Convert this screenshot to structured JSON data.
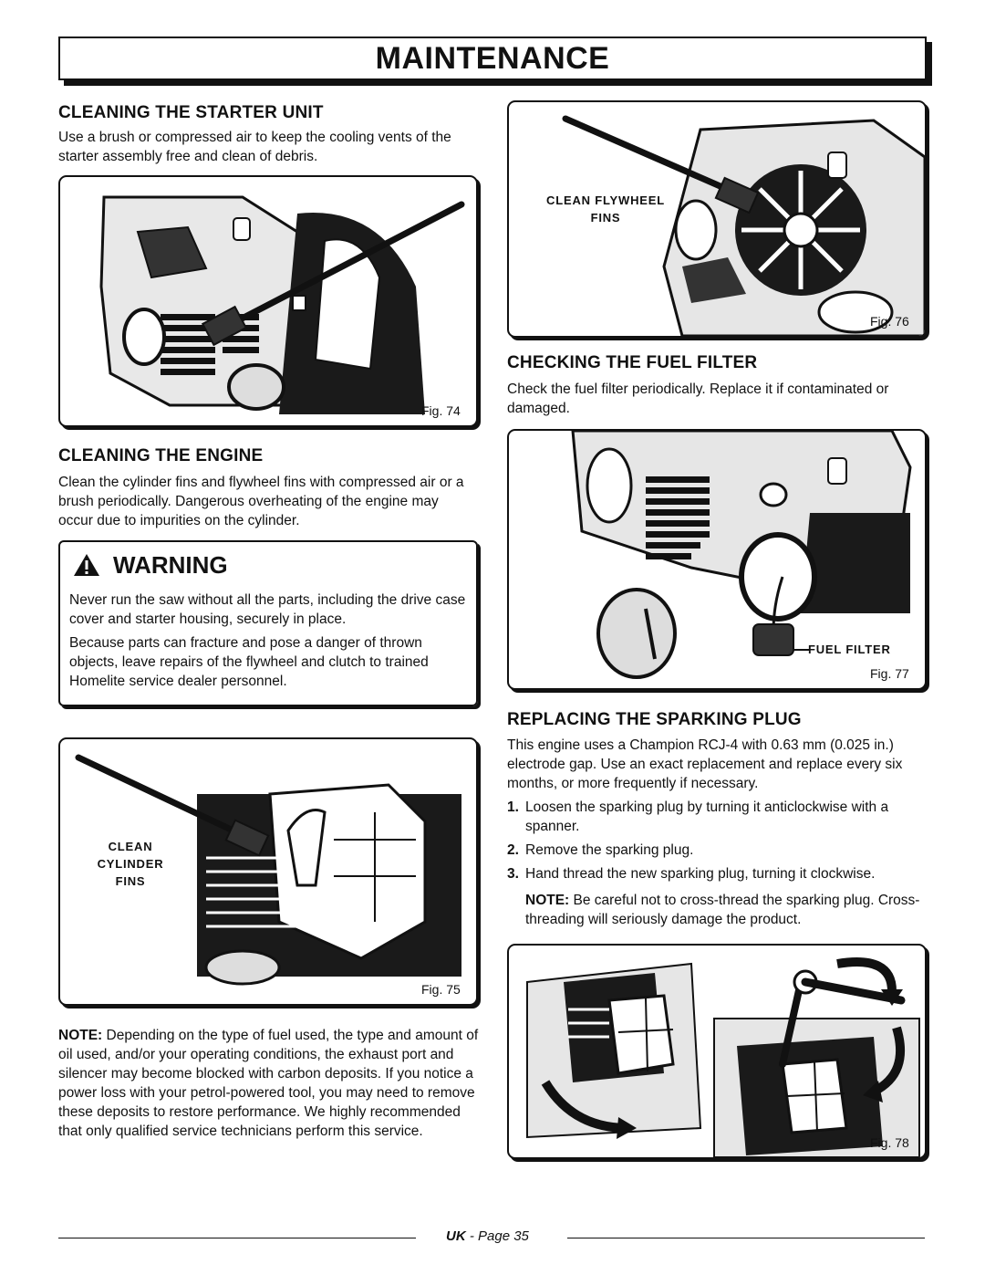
{
  "header": {
    "title": "MAINTENANCE"
  },
  "starter": {
    "heading": "CLEANING THE STARTER UNIT",
    "body": "Use a brush or compressed air to keep the cooling vents of the starter assembly free and clean of debris.",
    "fig_label": "Fig. 74"
  },
  "engine": {
    "heading": "CLEANING THE ENGINE",
    "body": "Clean the cylinder fins and flywheel fins with compressed air or a brush periodically. Dangerous overheating of the engine may occur due to impurities on the cylinder."
  },
  "warning": {
    "title": "WARNING",
    "p1": "Never run the saw without all the parts, including the drive case cover and starter housing, securely in place.",
    "p2": "Because parts can fracture and pose a danger of thrown objects, leave repairs of the flywheel and clutch to trained Homelite service dealer personnel."
  },
  "fig75": {
    "callout": [
      "CLEAN",
      "CYLINDER",
      "FINS"
    ],
    "label": "Fig. 75"
  },
  "note_fuel": {
    "label": "NOTE:",
    "text": " Depending on the type of fuel used, the type and amount of oil used, and/or your operating conditions, the exhaust port and silencer may become blocked with carbon deposits. If you notice a power loss with your petrol-powered tool, you may need to remove these deposits to restore performance. We highly recommended that only qualified service technicians perform this service."
  },
  "fig76": {
    "callout": [
      "CLEAN FLYWHEEL",
      "FINS"
    ],
    "label": "Fig. 76"
  },
  "fuel_filter": {
    "heading": "CHECKING THE FUEL FILTER",
    "body": "Check the fuel filter periodically. Replace it if contaminated or damaged."
  },
  "fig77": {
    "callout": "FUEL FILTER",
    "label": "Fig. 77"
  },
  "spark_plug": {
    "heading": "REPLACING THE SPARKING PLUG",
    "body": "This engine uses a Champion RCJ-4 with 0.63 mm (0.025 in.) electrode gap. Use an exact replacement and replace every six months, or more frequently if necessary.",
    "steps": [
      {
        "num": "1.",
        "text": "Loosen the sparking plug by turning it anticlockwise with a spanner."
      },
      {
        "num": "2.",
        "text": "Remove the sparking plug."
      },
      {
        "num": "3.",
        "text": "Hand thread the new sparking plug, turning it clockwise."
      }
    ],
    "note_label": "NOTE:",
    "note_text": " Be careful not to cross-thread the sparking plug. Cross-threading will seriously damage the product."
  },
  "fig78": {
    "label": "Fig. 78"
  },
  "footer": {
    "prefix": "UK",
    "sep": " - ",
    "page": "Page 35"
  }
}
